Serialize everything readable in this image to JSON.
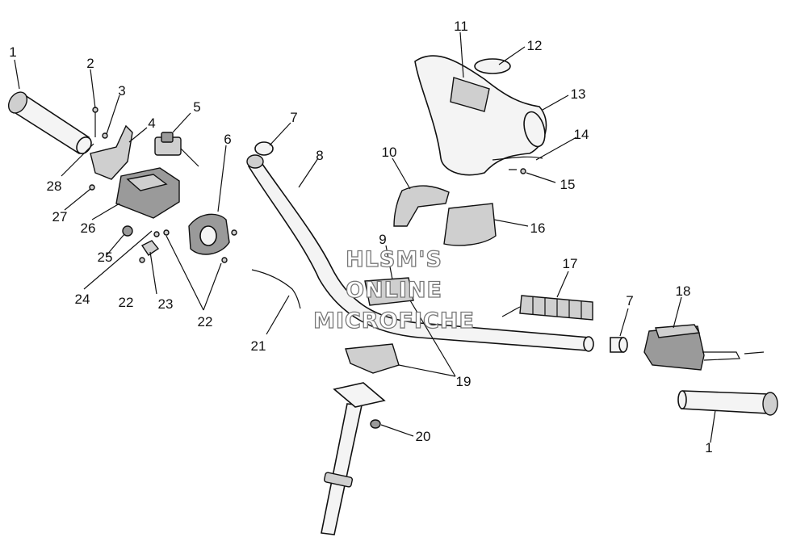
{
  "watermark": {
    "line1": "HLSM'S",
    "line2": "ONLINE",
    "line3": "MICROFICHE"
  },
  "callouts": [
    {
      "id": "c1a",
      "label": "1"
    },
    {
      "id": "c2",
      "label": "2"
    },
    {
      "id": "c3",
      "label": "3"
    },
    {
      "id": "c4",
      "label": "4"
    },
    {
      "id": "c5",
      "label": "5"
    },
    {
      "id": "c6",
      "label": "6"
    },
    {
      "id": "c7a",
      "label": "7"
    },
    {
      "id": "c8",
      "label": "8"
    },
    {
      "id": "c9",
      "label": "9"
    },
    {
      "id": "c10",
      "label": "10"
    },
    {
      "id": "c11",
      "label": "11"
    },
    {
      "id": "c12",
      "label": "12"
    },
    {
      "id": "c13",
      "label": "13"
    },
    {
      "id": "c14",
      "label": "14"
    },
    {
      "id": "c15",
      "label": "15"
    },
    {
      "id": "c16",
      "label": "16"
    },
    {
      "id": "c17",
      "label": "17"
    },
    {
      "id": "c7b",
      "label": "7"
    },
    {
      "id": "c18",
      "label": "18"
    },
    {
      "id": "c19",
      "label": "19"
    },
    {
      "id": "c20",
      "label": "20"
    },
    {
      "id": "c1b",
      "label": "1"
    },
    {
      "id": "c21",
      "label": "21"
    },
    {
      "id": "c22a",
      "label": "22"
    },
    {
      "id": "c22b",
      "label": "22"
    },
    {
      "id": "c23",
      "label": "23"
    },
    {
      "id": "c24",
      "label": "24"
    },
    {
      "id": "c25",
      "label": "25"
    },
    {
      "id": "c26",
      "label": "26"
    },
    {
      "id": "c27",
      "label": "27"
    },
    {
      "id": "c28",
      "label": "28"
    }
  ]
}
